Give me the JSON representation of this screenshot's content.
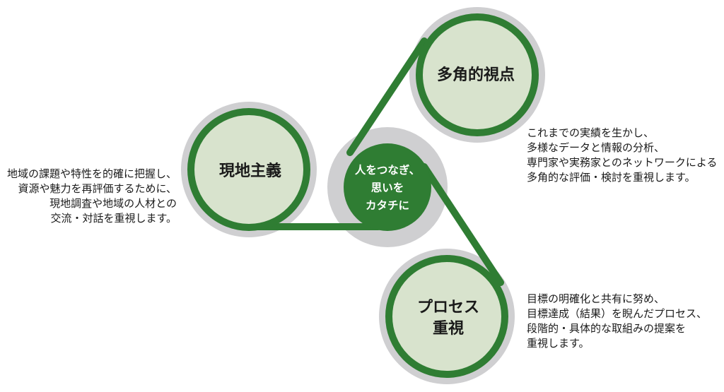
{
  "colors": {
    "green": "#2f7d33",
    "light_green": "#d8e3cd",
    "gray": "#cfcfd1",
    "text": "#1a1a1a",
    "white": "#ffffff"
  },
  "center": {
    "lines": [
      "人をつなぎ、",
      "思いを",
      "カタチに"
    ]
  },
  "nodes": {
    "genchi": {
      "lines": [
        "現地主義"
      ]
    },
    "takaku": {
      "lines": [
        "多角的視点"
      ]
    },
    "process": {
      "lines": [
        "プロセス",
        "重視"
      ]
    }
  },
  "descriptions": {
    "genchi": [
      "地域の課題や特性を的確に把握し、",
      "資源や魅力を再評価するために、",
      "現地調査や地域の人材との",
      "交流・対話を重視します。"
    ],
    "takaku": [
      "これまでの実績を生かし、",
      "多様なデータと情報の分析、",
      "専門家や実務家とのネットワークによる",
      "多角的な評価・検討を重視します。"
    ],
    "process": [
      "目標の明確化と共有に努め、",
      "目標達成（結果）を睨んだプロセス、",
      "段階的・具体的な取組みの提案を",
      "重視します。"
    ]
  }
}
